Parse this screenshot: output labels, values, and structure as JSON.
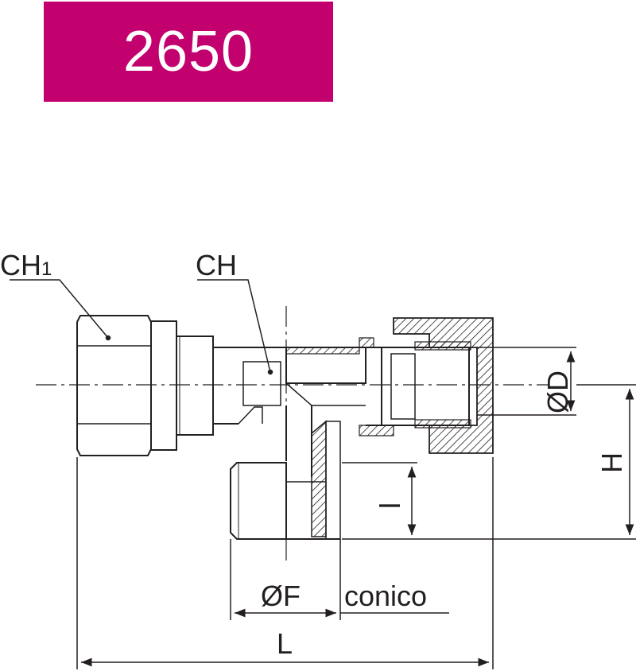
{
  "header": {
    "code": "2650",
    "color": "#c2006e"
  },
  "labels": {
    "ch1_main": "CH",
    "ch1_sub": "1",
    "ch": "CH",
    "d": "ØD",
    "h": "H",
    "l_small": "l",
    "f": "ØF",
    "conico": "conico",
    "l_total": "L"
  },
  "colors": {
    "line": "#231f20"
  }
}
